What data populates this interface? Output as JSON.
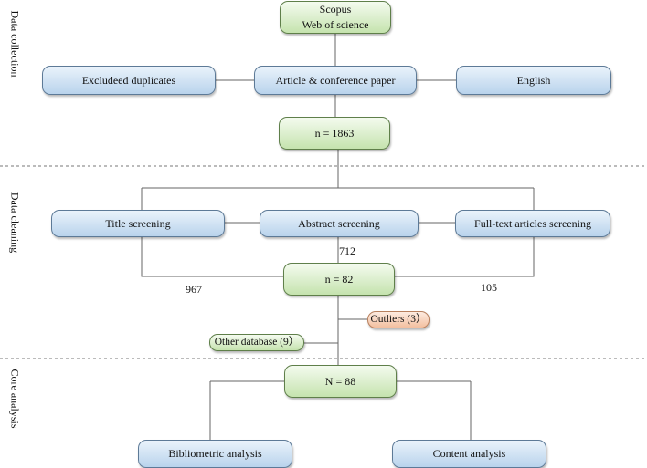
{
  "sections": {
    "collection": "Data collection",
    "cleaning": "Data cleaning",
    "analysis": "Core analysis"
  },
  "nodes": {
    "sources_line1": "Scopus",
    "sources_line2": "Web of science",
    "excluded": "Excludeed duplicates",
    "doc_type": "Article & conference paper",
    "language": "English",
    "n1863": "n = 1863",
    "title_screening": "Title screening",
    "abstract_screening": "Abstract screening",
    "fulltext_screening": "Full-text articles screening",
    "n82": "n = 82",
    "outliers": "Outliers (3）",
    "other_db": "Other database (9）",
    "n88": "N = 88",
    "bibliometric": "Bibliometric analysis",
    "content": "Content analysis"
  },
  "counts": {
    "abstract": "712",
    "title": "967",
    "fulltext": "105"
  },
  "colors": {
    "green_box": "#c5e3ae",
    "blue_box": "#b9d3ec",
    "orange_box": "#f3bf9f",
    "line": "#555555"
  }
}
